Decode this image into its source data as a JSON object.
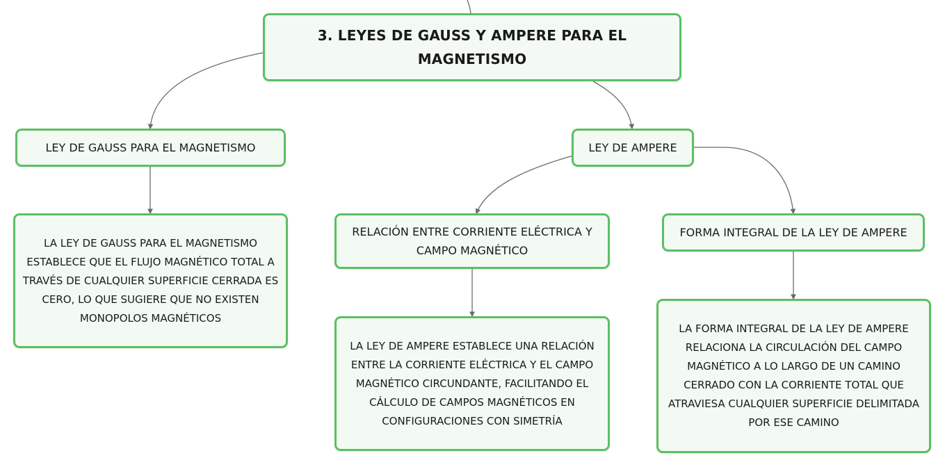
{
  "colors": {
    "node_border": "#5cbf63",
    "node_fill": "#f2faf3",
    "connector": "#6b6b6b"
  },
  "root": {
    "title": "3. LEYES DE GAUSS Y AMPERE PARA EL MAGNETISMO"
  },
  "gauss": {
    "title": "LEY DE GAUSS PARA EL MAGNETISMO",
    "description": "LA LEY DE GAUSS PARA EL MAGNETISMO ESTABLECE QUE EL FLUJO MAGNÉTICO TOTAL A TRAVÉS DE CUALQUIER SUPERFICIE CERRADA ES CERO, LO QUE SUGIERE QUE NO EXISTEN MONOPOLOS MAGNÉTICOS"
  },
  "ampere": {
    "title": "LEY DE AMPERE",
    "relation": {
      "title": "RELACIÓN ENTRE CORRIENTE ELÉCTRICA Y CAMPO MAGNÉTICO",
      "description": "LA LEY DE AMPERE ESTABLECE UNA RELACIÓN ENTRE LA CORRIENTE ELÉCTRICA Y EL CAMPO MAGNÉTICO CIRCUNDANTE, FACILITANDO EL CÁLCULO DE CAMPOS MAGNÉTICOS EN CONFIGURACIONES CON SIMETRÍA"
    },
    "integral": {
      "title": "FORMA INTEGRAL DE LA LEY DE AMPERE",
      "description": "LA FORMA INTEGRAL DE LA LEY DE AMPERE RELACIONA LA CIRCULACIÓN DEL CAMPO MAGNÉTICO A LO LARGO DE UN CAMINO CERRADO CON LA CORRIENTE TOTAL QUE ATRAVIESA CUALQUIER SUPERFICIE DELIMITADA POR ESE CAMINO"
    }
  }
}
